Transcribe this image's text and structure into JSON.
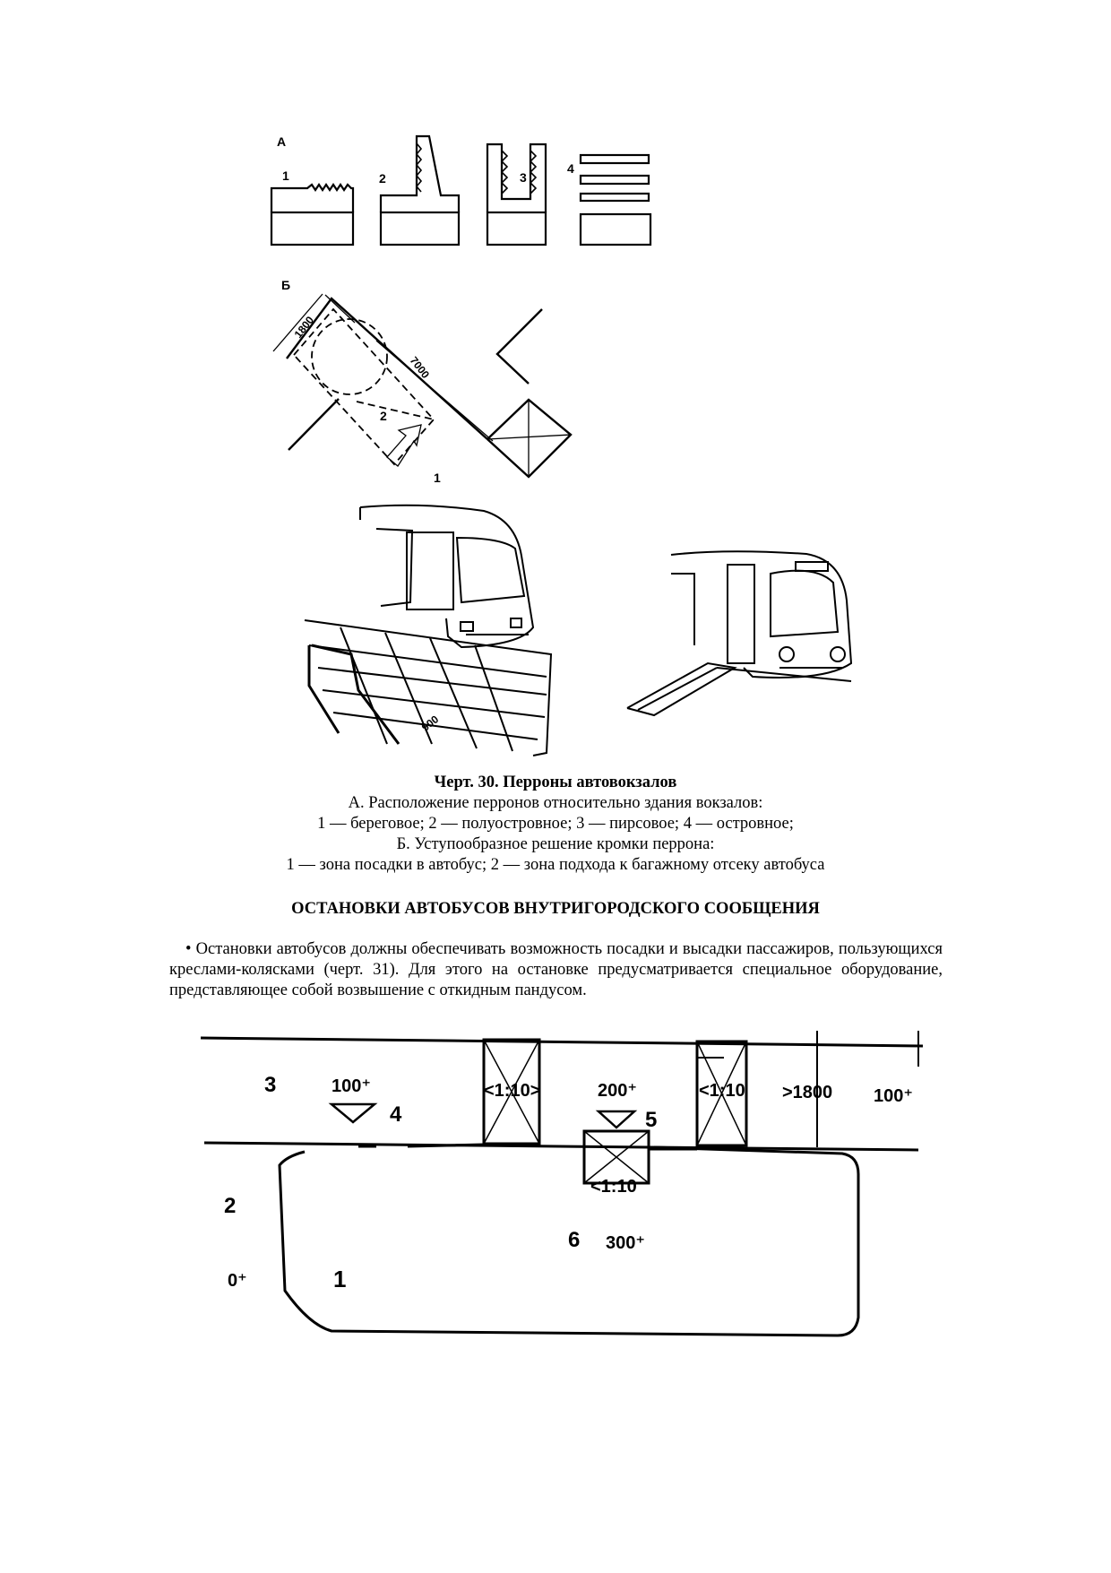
{
  "figure30": {
    "part_a": {
      "label": "А",
      "items": [
        {
          "number": "1"
        },
        {
          "number": "2"
        },
        {
          "number": "3"
        },
        {
          "number": "4"
        }
      ]
    },
    "part_b": {
      "label": "Б",
      "dim_width": "1800",
      "dim_length": "7000",
      "zone_1": "1",
      "zone_2": "2"
    },
    "photo_dim": "900"
  },
  "caption": {
    "title": "Черт. 30. Перроны автовокзалов",
    "lines": [
      "А. Расположение перронов относительно здания вокзалов:",
      "1 — береговое; 2 — полуостровное; 3 — пирсовое; 4 — островное;",
      "Б. Уступообразное решение кромки перрона:",
      "1 — зона посадки в автобус; 2 — зона подхода к багажному отсеку автобуса"
    ]
  },
  "section_heading": "ОСТАНОВКИ АВТОБУСОВ ВНУТРИГОРОДСКОГО СООБЩЕНИЯ",
  "paragraph": "• Остановки автобусов должны обеспечивать возможность посадки и высадки пассажиров, пользующихся креслами-колясками (черт. 31). Для этого на остановке предусматривается специальное оборудование, представляющее собой возвышение с откидным пандусом.",
  "figure31": {
    "labels": {
      "n1": "1",
      "n2": "2",
      "n3": "3",
      "n4": "4",
      "n5": "5",
      "n6": "6",
      "lvl_100_left": "100⁺",
      "lvl_200": "200⁺",
      "lvl_100_right": "100⁺",
      "lvl_300": "300⁺",
      "lvl_0": "0⁺",
      "slope_1": "<1:10>",
      "slope_2": "<1:10",
      "slope_3": "<1:10",
      "width_min": ">1800"
    }
  }
}
